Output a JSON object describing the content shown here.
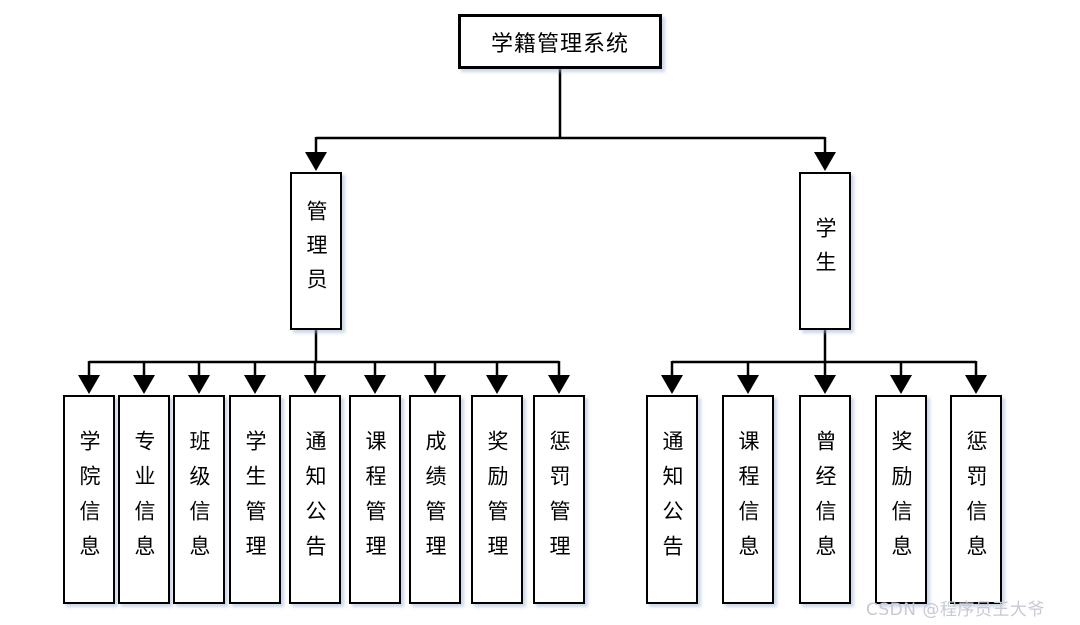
{
  "diagram": {
    "title": "学籍管理系统",
    "root": {
      "label": "学籍管理系统"
    },
    "branches": [
      {
        "label": "管理员",
        "children": [
          "学院信息",
          "专业信息",
          "班级信息",
          "学生管理",
          "通知公告",
          "课程管理",
          "成绩管理",
          "奖励管理",
          "惩罚管理"
        ]
      },
      {
        "label": "学生",
        "children": [
          "通知公告",
          "课程信息",
          "曾经信息",
          "奖励信息",
          "惩罚信息"
        ]
      }
    ]
  },
  "watermark": {
    "text": "CSDN @程序员王大爷"
  },
  "colors": {
    "line": "#000000",
    "box_border": "#000000",
    "box_fill": "#ffffff",
    "box_shadow": "#a0b6d7",
    "watermark": "#c6cad3",
    "background": "#ffffff"
  }
}
